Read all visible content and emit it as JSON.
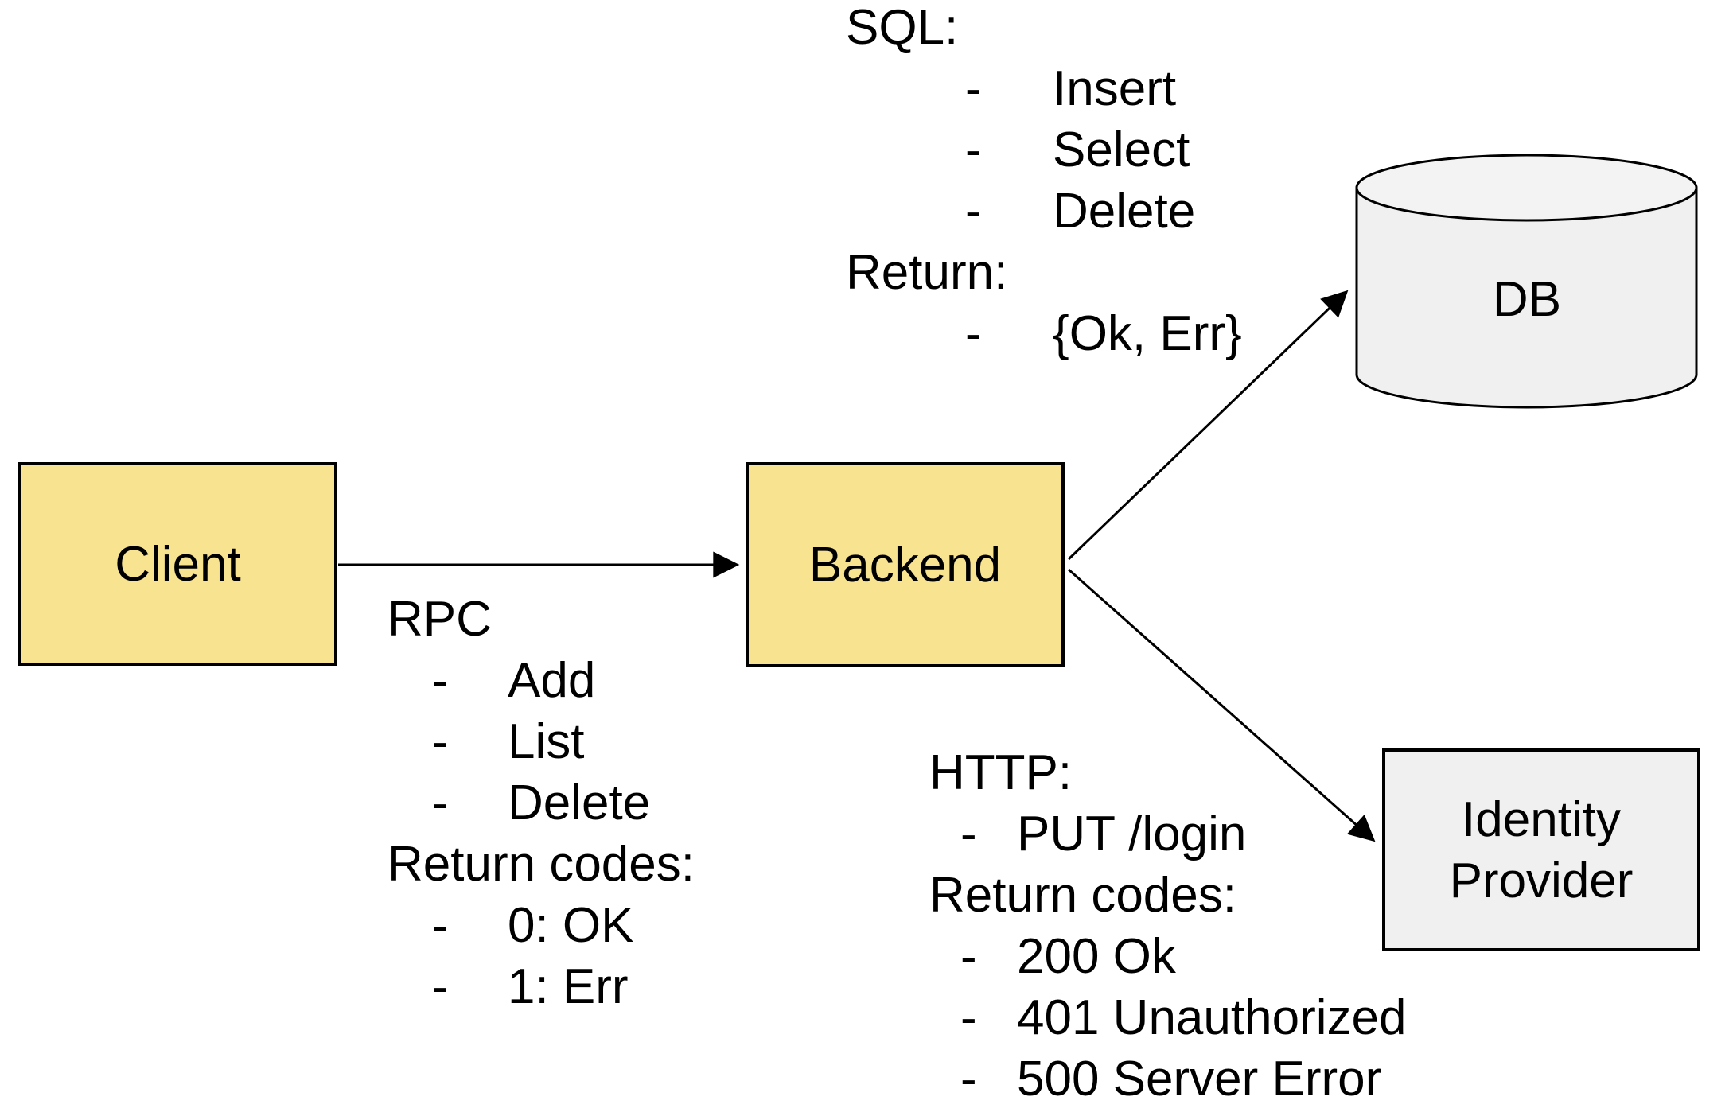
{
  "colors": {
    "background": "#ffffff",
    "yellow_fill": "#f8e391",
    "gray_fill": "#f0f0f0",
    "gray_fill_top": "#f3f3f3",
    "stroke": "#000000"
  },
  "bullet_glyph": "-",
  "nodes": {
    "client": {
      "label": "Client"
    },
    "backend": {
      "label": "Backend"
    },
    "db": {
      "label": "DB"
    },
    "identity_provider": {
      "line1": "Identity",
      "line2": "Provider"
    }
  },
  "edges": [
    {
      "from": "client",
      "to": "backend"
    },
    {
      "from": "backend",
      "to": "db"
    },
    {
      "from": "backend",
      "to": "identity_provider"
    }
  ],
  "annotations": {
    "sql": {
      "header1": "SQL:",
      "items1": [
        "Insert",
        "Select",
        "Delete"
      ],
      "header2": "Return:",
      "items2": [
        "{Ok, Err}"
      ]
    },
    "rpc": {
      "header1": "RPC",
      "items1": [
        "Add",
        "List",
        "Delete"
      ],
      "header2": "Return codes:",
      "items2": [
        "0: OK",
        "1: Err"
      ]
    },
    "http": {
      "header1": "HTTP:",
      "items1": [
        "PUT /login"
      ],
      "header2": "Return codes:",
      "items2": [
        "200 Ok",
        "401 Unauthorized",
        "500 Server Error"
      ]
    }
  }
}
